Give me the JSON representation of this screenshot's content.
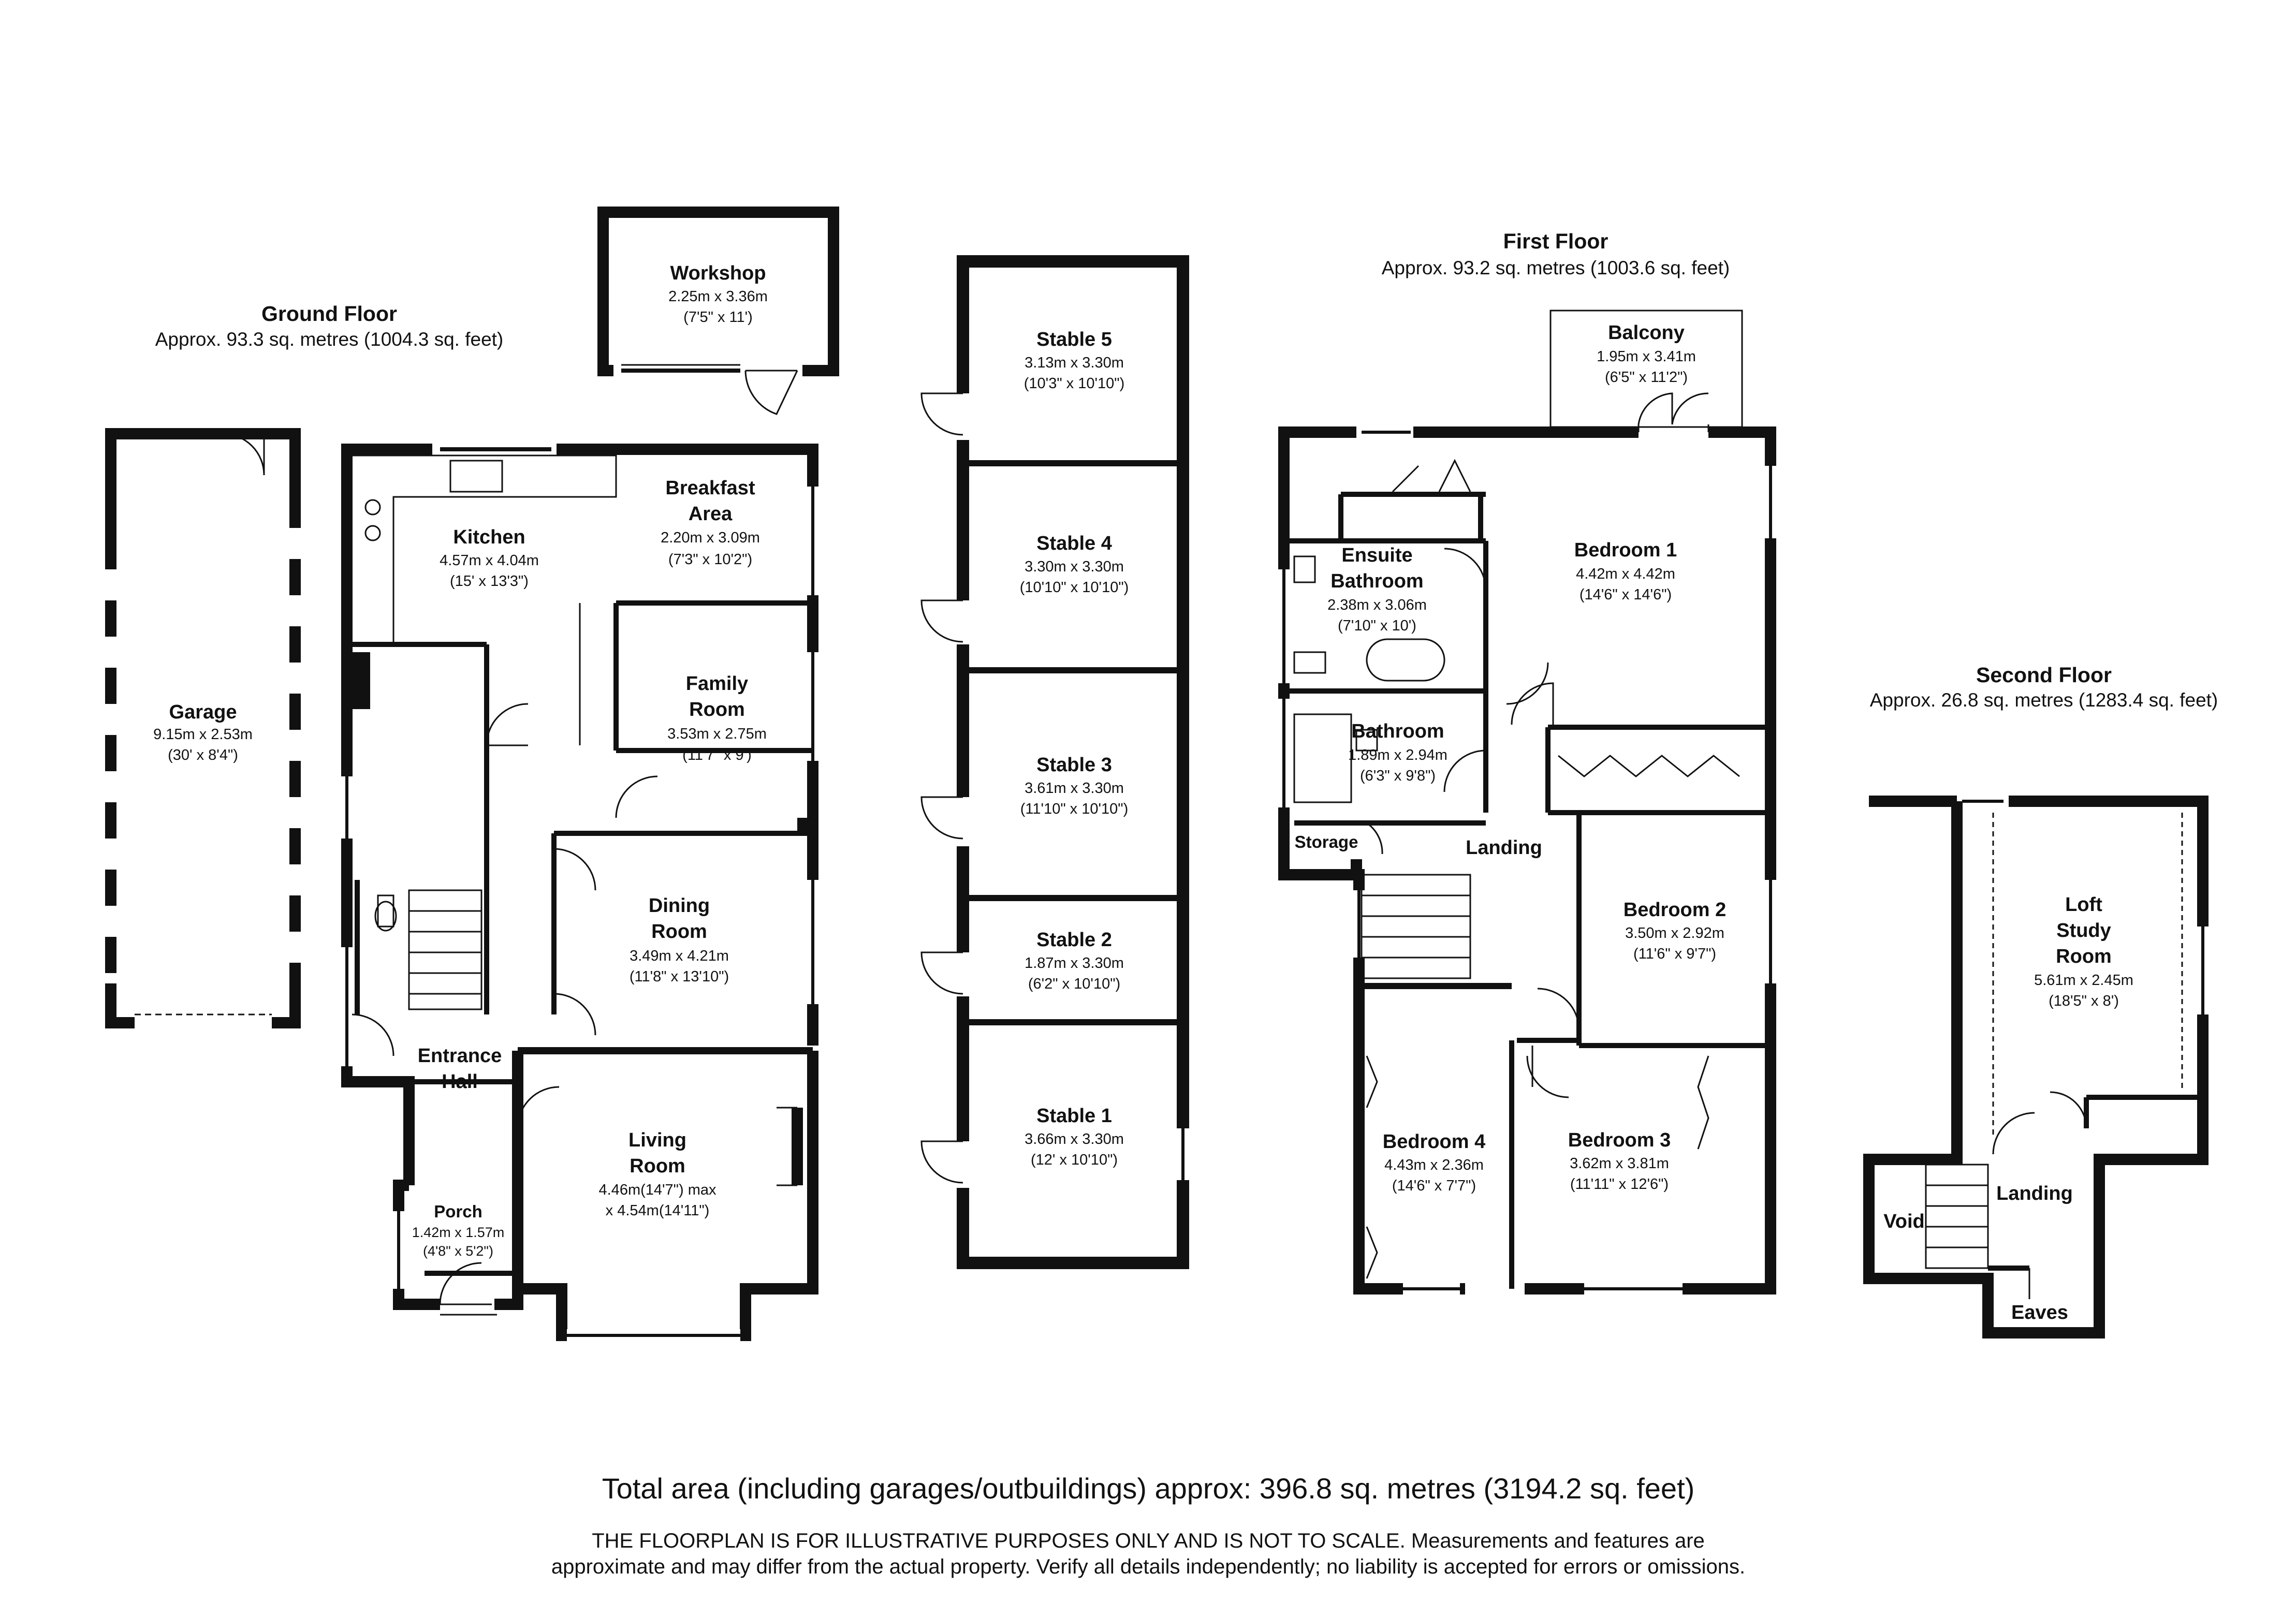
{
  "floors": {
    "ground": {
      "title": "Ground Floor",
      "area": "Approx. 93.3 sq. metres (1004.3 sq. feet)"
    },
    "first": {
      "title": "First Floor",
      "area": "Approx. 93.2 sq. metres (1003.6 sq. feet)"
    },
    "second": {
      "title": "Second Floor",
      "area": "Approx. 26.8 sq. metres (1283.4 sq. feet)"
    }
  },
  "rooms": {
    "workshop": {
      "name": "Workshop",
      "metric": "2.25m x 3.36m",
      "imperial": "(7'5\" x 11')"
    },
    "garage": {
      "name": "Garage",
      "metric": "9.15m x 2.53m",
      "imperial": "(30' x 8'4\")"
    },
    "kitchen": {
      "name": "Kitchen",
      "metric": "4.57m x 4.04m",
      "imperial": "(15' x 13'3\")"
    },
    "breakfast": {
      "name1": "Breakfast",
      "name2": "Area",
      "metric": "2.20m x 3.09m",
      "imperial": "(7'3\" x 10'2\")"
    },
    "family": {
      "name1": "Family",
      "name2": "Room",
      "metric": "3.53m x 2.75m",
      "imperial": "(11'7\" x 9')"
    },
    "dining": {
      "name1": "Dining",
      "name2": "Room",
      "metric": "3.49m x 4.21m",
      "imperial": "(11'8\" x 13'10\")"
    },
    "entrance": {
      "name1": "Entrance",
      "name2": "Hall"
    },
    "living": {
      "name1": "Living",
      "name2": "Room",
      "line1": "4.46m(14'7\") max",
      "line2": "x 4.54m(14'11\")"
    },
    "porch": {
      "name": "Porch",
      "metric": "1.42m x 1.57m",
      "imperial": "(4'8\" x 5'2\")"
    },
    "stable5": {
      "name": "Stable 5",
      "metric": "3.13m x 3.30m",
      "imperial": "(10'3\" x 10'10\")"
    },
    "stable4": {
      "name": "Stable 4",
      "metric": "3.30m x 3.30m",
      "imperial": "(10'10\" x 10'10\")"
    },
    "stable3": {
      "name": "Stable 3",
      "metric": "3.61m x 3.30m",
      "imperial": "(11'10\" x 10'10\")"
    },
    "stable2": {
      "name": "Stable 2",
      "metric": "1.87m x 3.30m",
      "imperial": "(6'2\" x 10'10\")"
    },
    "stable1": {
      "name": "Stable 1",
      "metric": "3.66m x 3.30m",
      "imperial": "(12' x 10'10\")"
    },
    "balcony": {
      "name": "Balcony",
      "metric": "1.95m x 3.41m",
      "imperial": "(6'5\" x 11'2\")"
    },
    "bedroom1": {
      "name": "Bedroom 1",
      "metric": "4.42m x 4.42m",
      "imperial": "(14'6\" x 14'6\")"
    },
    "ensuite": {
      "name1": "Ensuite",
      "name2": "Bathroom",
      "metric": "2.38m x 3.06m",
      "imperial": "(7'10\" x 10')"
    },
    "bathroom": {
      "name": "Bathroom",
      "metric": "1.89m x 2.94m",
      "imperial": "(6'3\" x 9'8\")"
    },
    "storage": {
      "name": "Storage"
    },
    "landing1": {
      "name": "Landing"
    },
    "bedroom2": {
      "name": "Bedroom 2",
      "metric": "3.50m x 2.92m",
      "imperial": "(11'6\" x 9'7\")"
    },
    "bedroom4": {
      "name": "Bedroom 4",
      "metric": "4.43m x 2.36m",
      "imperial": "(14'6\" x 7'7\")"
    },
    "bedroom3": {
      "name": "Bedroom 3",
      "metric": "3.62m x 3.81m",
      "imperial": "(11'11\" x 12'6\")"
    },
    "loft": {
      "name1": "Loft",
      "name2": "Study",
      "name3": "Room",
      "metric": "5.61m x 2.45m",
      "imperial": "(18'5\" x 8')"
    },
    "landing2": {
      "name": "Landing"
    },
    "void": {
      "name": "Void"
    },
    "eaves": {
      "name": "Eaves"
    }
  },
  "footer": {
    "total": "Total area (including garages/outbuildings) approx: 396.8 sq. metres (3194.2 sq. feet)",
    "disclaimer1": "THE FLOORPLAN IS FOR ILLUSTRATIVE PURPOSES ONLY AND IS NOT TO SCALE. Measurements and features are",
    "disclaimer2": "approximate and may differ from the actual property. Verify all details independently; no liability is accepted for errors or omissions."
  }
}
